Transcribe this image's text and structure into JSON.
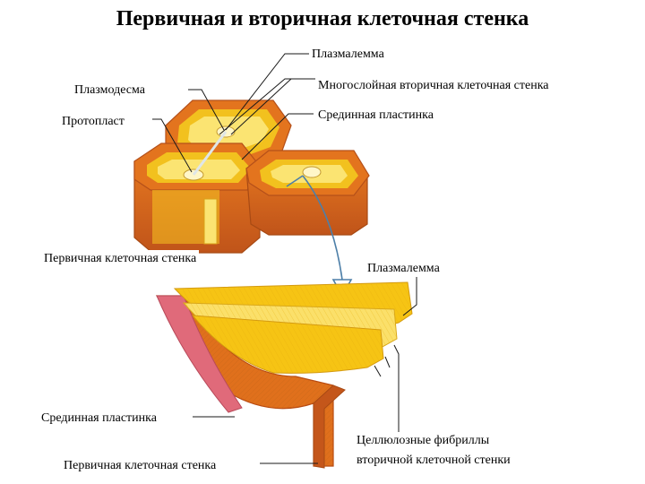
{
  "title": "Первичная и вторичная клеточная стенка",
  "labels": {
    "plasmalemma_top": "Плазмалемма",
    "plasmodesma": "Плазмодесма",
    "secondary_wall": "Многослойная вторичная клеточная стенка",
    "protoplast": "Протопласт",
    "middle_lamella_top": "Срединная пластинка",
    "primary_wall_top": "Первичная клеточная стенка",
    "plasmalemma_bottom": "Плазмалемма",
    "middle_lamella_bottom": "Срединная пластинка",
    "primary_wall_bottom": "Первичная клеточная стенка",
    "fibrils_line1": "Целлюлозные фибриллы",
    "fibrils_line2": "вторичной клеточной стенки"
  },
  "colors": {
    "primary_wall": "#e0701c",
    "primary_wall_dark": "#b84a10",
    "secondary_wall": "#f4c21a",
    "secondary_wall_light": "#fbe86a",
    "middle_lamella": "#e06a7a",
    "protoplast": "#fff1a0",
    "pointer": "#4d7fa8"
  }
}
